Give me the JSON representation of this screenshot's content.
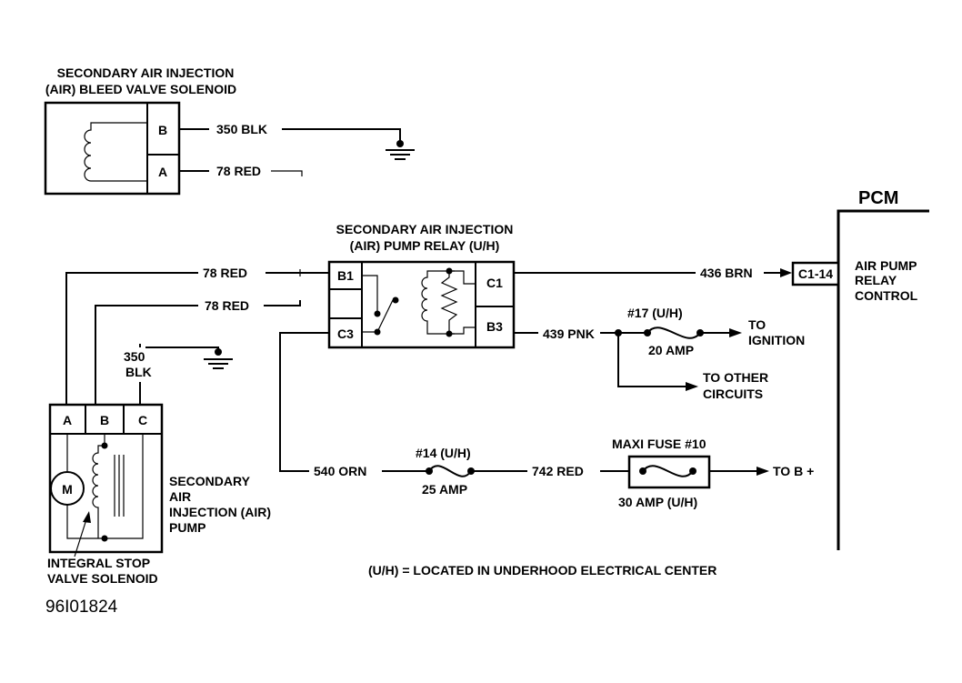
{
  "bleed_valve": {
    "title_line1": "SECONDARY AIR INJECTION",
    "title_line2": "(AIR) BLEED VALVE SOLENOID",
    "pin_b": "B",
    "pin_a": "A",
    "wire_b": "350 BLK",
    "wire_a": "78 RED"
  },
  "relay": {
    "title_line1": "SECONDARY AIR INJECTION",
    "title_line2": "(AIR) PUMP RELAY (U/H)",
    "pin_b1": "B1",
    "pin_c3": "C3",
    "pin_c1": "C1",
    "pin_b3": "B3"
  },
  "wires": {
    "top_red": "78 RED",
    "second_red": "78 RED",
    "blk_line1": "350",
    "blk_line2": "BLK",
    "brn": "436 BRN",
    "pnk": "439 PNK",
    "orn": "540 ORN",
    "red_742": "742 RED"
  },
  "pcm": {
    "title": "PCM",
    "connector": "C1-14",
    "label_line1": "AIR PUMP",
    "label_line2": "RELAY",
    "label_line3": "CONTROL"
  },
  "fuses": {
    "f17_name": "#17 (U/H)",
    "f17_rating": "20 AMP",
    "f17_dest_line1": "TO",
    "f17_dest_line2": "IGNITION",
    "other_line1": "TO OTHER",
    "other_line2": "CIRCUITS",
    "f14_name": "#14 (U/H)",
    "f14_rating": "25 AMP",
    "maxi_name": "MAXI FUSE #10",
    "maxi_rating": "30 AMP (U/H)",
    "maxi_dest": "TO B +"
  },
  "pump": {
    "pin_a": "A",
    "pin_b": "B",
    "pin_c": "C",
    "motor": "M",
    "label_line1": "SECONDARY",
    "label_line2": "AIR",
    "label_line3": "INJECTION (AIR)",
    "label_line4": "PUMP",
    "stop_line1": "INTEGRAL STOP",
    "stop_line2": "VALVE SOLENOID"
  },
  "legend": "(U/H) = LOCATED IN UNDERHOOD ELECTRICAL CENTER",
  "figure_code": "96I01824"
}
